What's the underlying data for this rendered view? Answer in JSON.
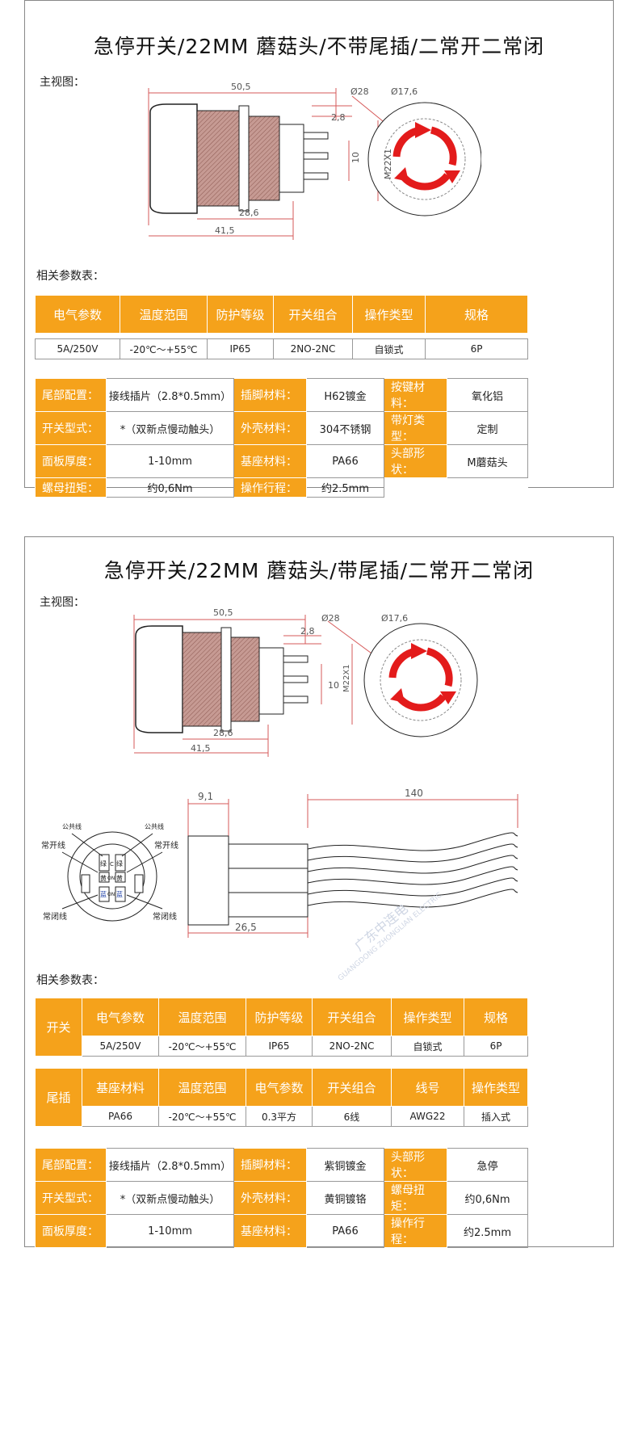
{
  "colors": {
    "accent": "#f5a21b",
    "drawing_fill": "#c69a93",
    "arrow_red": "#e31b1b"
  },
  "card1": {
    "title": "急停开关/22MM 蘑菇头/不带尾插/二常开二常闭",
    "view_label": "主视图：",
    "dims": {
      "overall": "50,5",
      "d28": "Ø28",
      "d17": "Ø17,6",
      "d2_8": "2,8",
      "d10": "10",
      "m22": "M22X1",
      "d28_6": "28,6",
      "d41_5": "41,5"
    },
    "params_label": "相关参数表：",
    "params_headers": [
      "电气参数",
      "温度范围",
      "防护等级",
      "开关组合",
      "操作类型",
      "规格"
    ],
    "params_values": [
      "5A/250V",
      "-20℃～+55℃",
      "IP65",
      "2NO-2NC",
      "自锁式",
      "6P"
    ],
    "spec_rows": [
      [
        "尾部配置：",
        "接线插片（2.8*0.5mm）",
        "插脚材料：",
        "H62镀金",
        "按键材料：",
        "氧化铝"
      ],
      [
        "开关型式：",
        "*（双新点慢动触头）",
        "外壳材料：",
        "304不锈钢",
        "带灯类型：",
        "定制"
      ],
      [
        "面板厚度：",
        "1-10mm",
        "基座材料：",
        "PA66",
        "头部形状：",
        "M蘑菇头"
      ],
      [
        "螺母扭矩：",
        "约0,6Nm",
        "操作行程：",
        "约2.5mm",
        "",
        ""
      ]
    ]
  },
  "card2": {
    "title": "急停开关/22MM 蘑菇头/带尾插/二常开二常闭",
    "view_label": "主视图：",
    "dims": {
      "overall": "50,5",
      "d28": "Ø28",
      "d17": "Ø17,6",
      "d2_8": "2,8",
      "d10": "10",
      "m22": "M22X1",
      "d28_6": "28,6",
      "d41_5": "41,5",
      "d9_1": "9,1",
      "d140": "140",
      "d26_5": "26,5"
    },
    "wiring_labels": {
      "common_left": "公共线",
      "common_right": "公共线",
      "no_left": "常开线",
      "no_right": "常开线",
      "nc_left": "常闭线",
      "nc_right": "常闭线",
      "c1": "绿",
      "c2": "绿",
      "c3": "黄",
      "c4": "黄",
      "c5": "蓝",
      "c6": "蓝",
      "on": "ON",
      "c": "C"
    },
    "watermark": "广东中连电",
    "watermark2": "GUANGDONG ZHONGLIAN ELECTRIC",
    "params_label": "相关参数表：",
    "switch_side": "开关",
    "switch_headers": [
      "电气参数",
      "温度范围",
      "防护等级",
      "开关组合",
      "操作类型",
      "规格"
    ],
    "switch_values": [
      "5A/250V",
      "-20℃～+55℃",
      "IP65",
      "2NO-2NC",
      "自锁式",
      "6P"
    ],
    "tail_side": "尾插",
    "tail_headers": [
      "基座材料",
      "温度范围",
      "电气参数",
      "开关组合",
      "线号",
      "操作类型"
    ],
    "tail_values": [
      "PA66",
      "-20℃～+55℃",
      "0.3平方",
      "6线",
      "AWG22",
      "插入式"
    ],
    "spec_rows": [
      [
        "尾部配置：",
        "接线插片（2.8*0.5mm）",
        "插脚材料：",
        "紫铜镀金",
        "头部形状：",
        "急停"
      ],
      [
        "开关型式：",
        "*（双新点慢动触头）",
        "外壳材料：",
        "黄铜镀铬",
        "螺母扭矩：",
        "约0,6Nm"
      ],
      [
        "面板厚度：",
        "1-10mm",
        "基座材料：",
        "PA66",
        "操作行程：",
        "约2.5mm"
      ]
    ]
  }
}
